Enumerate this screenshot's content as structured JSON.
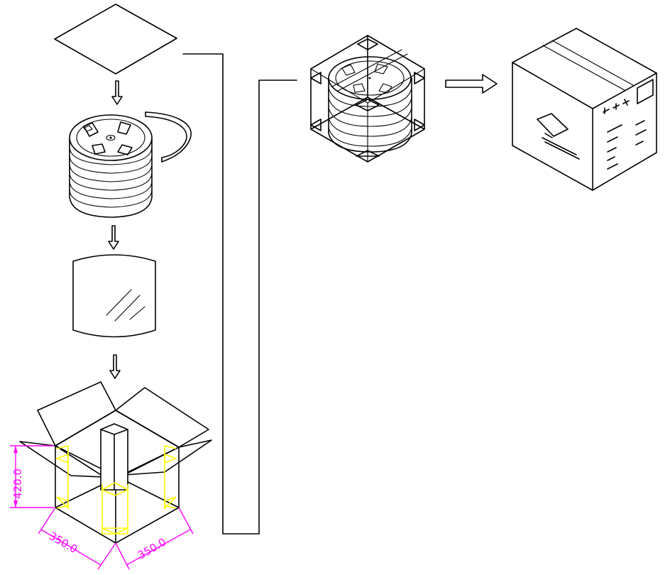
{
  "dimensions": {
    "height_label": "420.0",
    "width_left_label": "350.0",
    "width_right_label": "350.0"
  },
  "colors": {
    "line": "#000000",
    "dimension": "#ff00ff",
    "corner_guard": "#ffff00",
    "background": "#ffffff"
  }
}
